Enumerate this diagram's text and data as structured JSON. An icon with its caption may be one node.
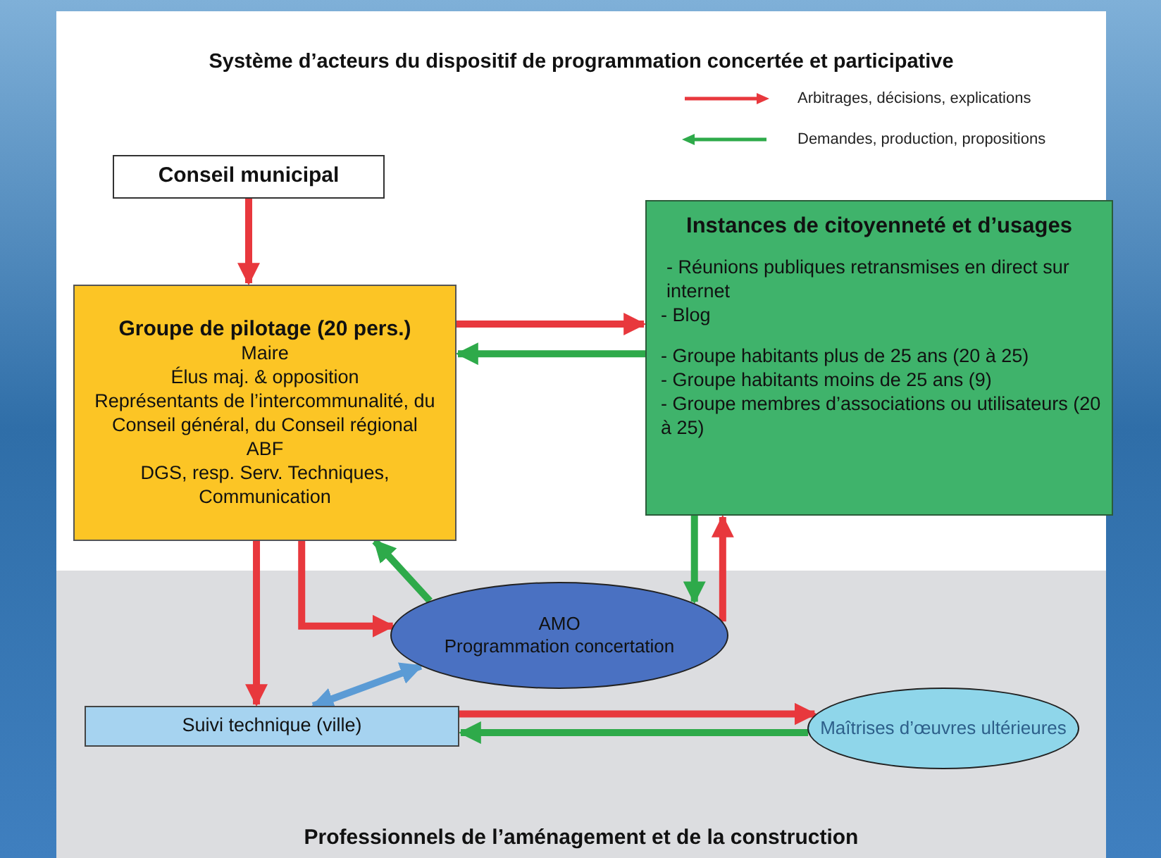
{
  "diagram": {
    "title": "Système d’acteurs du dispositif de programmation concertée et participative",
    "nodes": [
      {
        "text": [
          "Conseil municipal"
        ]
      },
      {
        "text": [
          "Groupe de pilotage (20 pers.)",
          "Maire",
          "Élus maj. & opposition",
          "Représentants de l’intercommunalité, du Conseil général, du Conseil régional",
          "ABF",
          "DGS, resp. Serv. Techniques, Communication"
        ]
      },
      {
        "text": [
          "Instances de citoyenneté et d’usages",
          "- Réunions publiques retransmises en direct sur internet",
          "- Blog",
          "- Groupe habitants plus de 25 ans (20 à 25)",
          "- Groupe habitants moins de 25 ans (9)",
          "- Groupe membres d’associations ou utilisateurs (20 à 25)"
        ]
      },
      {
        "text": [
          "Professionnels de l’aménagement et de la construction"
        ]
      },
      {
        "text": [
          "AMO",
          "Programmation concertation"
        ],
        "in": 3
      },
      {
        "text": [
          "Suivi technique (ville)"
        ],
        "in": 3
      },
      {
        "text": [
          "Maîtrises d’œuvres ultérieures"
        ],
        "in": 3
      }
    ],
    "edges": [
      {
        "from": 0,
        "to": 1,
        "arrow": "to",
        "color": "#e8383d"
      },
      {
        "from": 1,
        "to": 2,
        "arrow": "to",
        "color": "#e8383d"
      },
      {
        "from": 2,
        "to": 1,
        "arrow": "to",
        "color": "#2eaa4a"
      },
      {
        "from": 1,
        "to": 5,
        "arrow": "to",
        "color": "#e8383d"
      },
      {
        "from": 1,
        "to": 4,
        "arrow": "to",
        "color": "#e8383d"
      },
      {
        "from": 4,
        "to": 1,
        "arrow": "to",
        "color": "#2eaa4a"
      },
      {
        "from": 2,
        "to": 4,
        "arrow": "to",
        "color": "#2eaa4a"
      },
      {
        "from": 4,
        "to": 2,
        "arrow": "to",
        "color": "#e8383d"
      },
      {
        "from": 4,
        "to": 5,
        "arrow": "both",
        "color": "#5b9bd5"
      },
      {
        "from": 5,
        "to": 6,
        "arrow": "to",
        "color": "#e8383d"
      },
      {
        "from": 6,
        "to": 5,
        "arrow": "to",
        "color": "#2eaa4a"
      }
    ],
    "legend": [
      {
        "text": "Arbitrages, décisions, explications",
        "color": "#e8383d"
      },
      {
        "text": "Demandes, production, propositions",
        "color": "#2eaa4a"
      }
    ]
  }
}
